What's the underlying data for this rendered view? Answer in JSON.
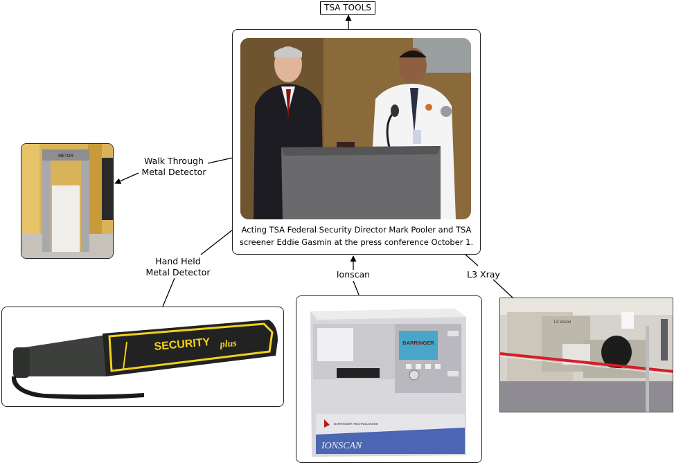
{
  "title": "TSA TOOLS",
  "center_photo": {
    "caption_line1": "Acting TSA Federal Security Director Mark Pooler and TSA",
    "caption_line2": "screener Eddie Gasmin at the press conference October 1."
  },
  "nodes": {
    "walk_through": {
      "line1": "Walk Through",
      "line2": "Metal Detector"
    },
    "hand_held": {
      "line1": "Hand Held",
      "line2": "Metal Detector"
    },
    "ionscan": {
      "label": "Ionscan"
    },
    "xray": {
      "label": "L3 Xray"
    }
  },
  "device_text": {
    "wand_brand": "SECURITY",
    "wand_brand2": "plus",
    "ionscan_screen_brand": "BARRINGER",
    "ionscan_panel": "IONSCAN",
    "ionscan_maker": "BARRINGER TECHNOLOGIES",
    "xray_brand": "L3 Vision",
    "walkthrough_brand": "METOR"
  },
  "colors": {
    "line": "#000000",
    "card_border": "#222222",
    "ionscan_blue": "#2f4fa8",
    "wand_yellow": "#f2d21a",
    "xray_barrier": "#d81c2a"
  }
}
